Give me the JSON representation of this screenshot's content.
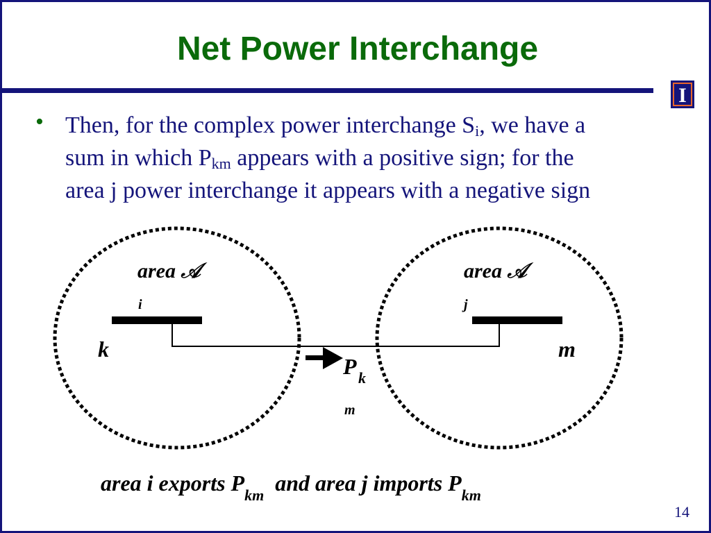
{
  "slide": {
    "title": "Net Power Interchange",
    "page_number": "14",
    "colors": {
      "title": "#0a6a0a",
      "text": "#14147a",
      "rule": "#14147a",
      "diagram": "#000000"
    },
    "logo": {
      "icon": "university-block-i-logo",
      "letter": "I"
    }
  },
  "bullet": {
    "marker": "•",
    "parts": [
      "Then, for the complex power interchange S",
      "i",
      ", we have a",
      "sum in which P",
      "km",
      " appears with a positive sign; for the",
      "area j power interchange it appears with a negative sign"
    ]
  },
  "diagram": {
    "area_i": {
      "label": "area ",
      "symbol": "𝒜",
      "sub": "i"
    },
    "area_j": {
      "label": "area ",
      "symbol": "𝒜",
      "sub": "j"
    },
    "bus_k": "k",
    "bus_m": "m",
    "flow_label": {
      "main": "P",
      "k": "k",
      "m": "m"
    }
  },
  "caption": {
    "part1": "area i exports P",
    "sub1": "km",
    "part2": "  and area j imports P",
    "sub2": "km"
  }
}
